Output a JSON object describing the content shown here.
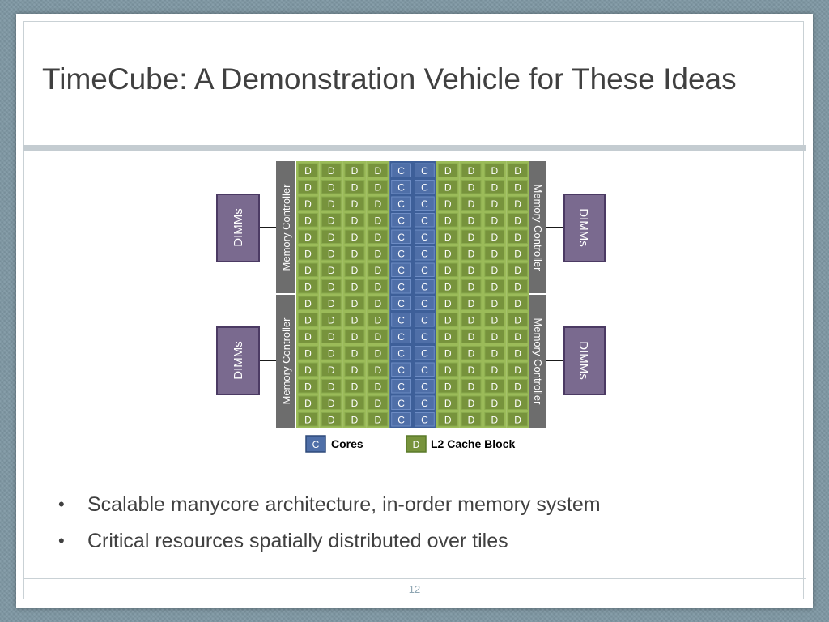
{
  "slide": {
    "title": "TimeCube: A Demonstration Vehicle for These Ideas",
    "page_number": "12",
    "bullets": [
      "Scalable manycore architecture, in-order memory system",
      "Critical resources spatially distributed over tiles"
    ]
  },
  "diagram": {
    "cell_label_cache": "D",
    "cell_label_core": "C",
    "column_types": [
      "D",
      "D",
      "D",
      "D",
      "C",
      "C",
      "D",
      "D",
      "D",
      "D"
    ],
    "row_count": 16,
    "memory_controller_label": "Memory Controller",
    "dimm_label": "DIMMs",
    "legend": {
      "core_letter": "C",
      "core_label": "Cores",
      "cache_letter": "D",
      "cache_label": "L2 Cache Block"
    },
    "colors": {
      "cache_fill": "#77933c",
      "core_fill": "#4f6fa8",
      "cache_stripe": "#9bbb59",
      "core_stripe": "#3d5f99",
      "controller_fill": "#6d6d6d",
      "dimm_fill": "#7a6a8f",
      "dimm_border": "#4b3a63"
    }
  }
}
